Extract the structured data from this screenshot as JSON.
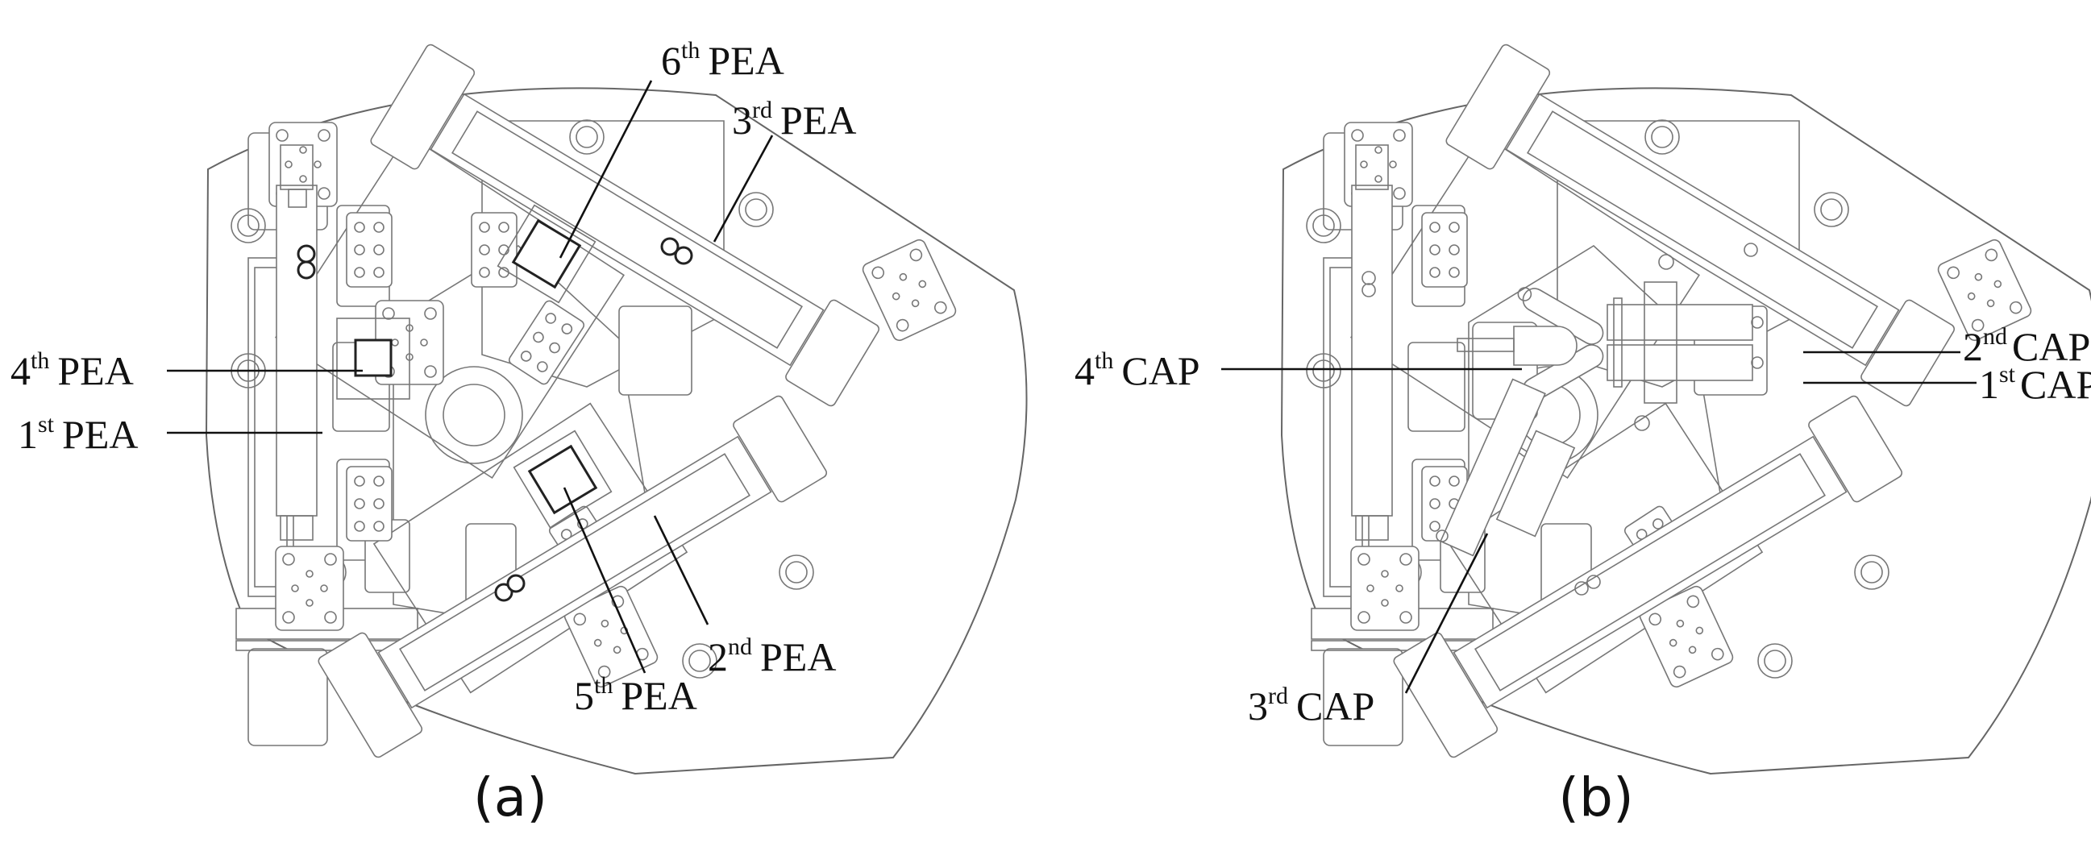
{
  "panel_a": {
    "caption": "(a)",
    "labels": [
      {
        "num": "6",
        "sup": "th",
        "word": "PEA"
      },
      {
        "num": "3",
        "sup": "rd",
        "word": "PEA"
      },
      {
        "num": "4",
        "sup": "th",
        "word": "PEA"
      },
      {
        "num": "1",
        "sup": "st",
        "word": "PEA"
      },
      {
        "num": "5",
        "sup": "th",
        "word": "PEA"
      },
      {
        "num": "2",
        "sup": "nd",
        "word": "PEA"
      }
    ]
  },
  "panel_b": {
    "caption": "(b)",
    "labels": [
      {
        "num": "4",
        "sup": "th",
        "word": "CAP"
      },
      {
        "num": "2",
        "sup": "nd",
        "word": "CAP"
      },
      {
        "num": "1",
        "sup": "st",
        "word": "CAP"
      },
      {
        "num": "3",
        "sup": "rd",
        "word": "CAP"
      }
    ]
  }
}
